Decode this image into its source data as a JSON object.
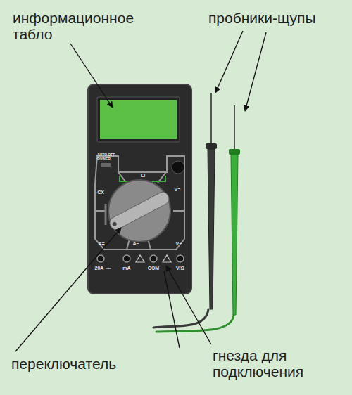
{
  "diagram": {
    "labels": [
      "информационное табло",
      "пробники-щупы",
      "AUTO OFF POWER",
      "Ω",
      "CX",
      "V=",
      "A=",
      "A~",
      "V~",
      "20A",
      "max",
      "mA",
      "COM",
      "V/Ω",
      "переключатель",
      "гнезда для подключения"
    ]
  }
}
